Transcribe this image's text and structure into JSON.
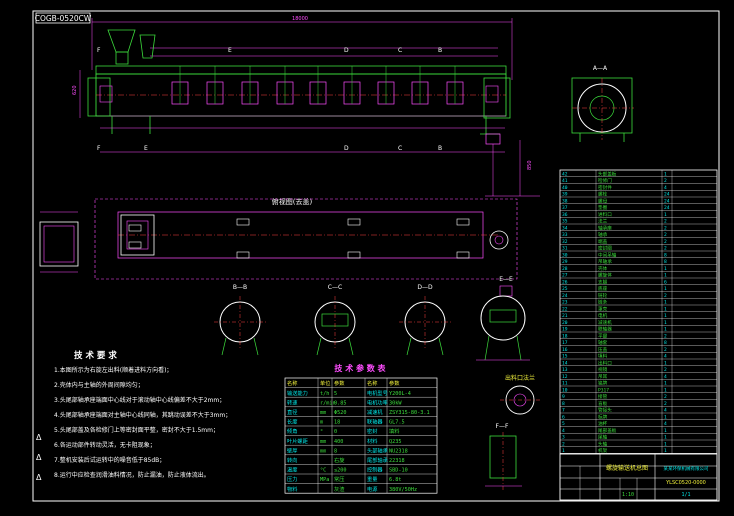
{
  "title_box": "COGB-0520CW",
  "section_aa": "A—A",
  "section_bb": "B—B",
  "section_cc": "C—C",
  "section_dd": "D—D",
  "section_ee": "E—E",
  "section_ff": "F—F",
  "plan_title": "俯视图(去盖)",
  "flange_title": "出料口法兰",
  "tech_title": "技 术 要 求",
  "tech_items": [
    "1.本图所示为右旋左出料(顺着进料方向看)；",
    "2.壳体内与主轴的外周间隙均匀；",
    "3.头尾部轴承座端面中心线对于滚动轴中心线偏差不大于2mm；",
    "4.头尾部轴承座端面对主轴中心线同轴，其跳动误差不大于3mm；",
    "5.头尾部盖及各检修门上等密封面平整，密封不大于1.5mm；",
    "6.各运动部件转动灵活，无卡阻现象；",
    "7.整机安装后试运转中的噪音低于85dB；",
    "8.运行中应检查润滑油料情况，防止漏油，防止液体流出。"
  ],
  "param_title": "技 术 参 数 表",
  "param_header": [
    "名称",
    "单位",
    "参数",
    "名称",
    "参数"
  ],
  "param_rows": [
    [
      "输送能力",
      "t/h",
      "5",
      "电机型号",
      "Y200L-4"
    ],
    [
      "转速",
      "r/min",
      "0.85",
      "电机功率",
      "30kW"
    ],
    [
      "直径",
      "mm",
      "Φ520",
      "减速机",
      "ZSY315-80-3.1"
    ],
    [
      "长度",
      "m",
      "18",
      "联轴器",
      "GL7.5"
    ],
    [
      "倾角",
      "°",
      "0",
      "密封",
      "填料"
    ],
    [
      "叶片螺距",
      "mm",
      "400",
      "材料",
      "Q235"
    ],
    [
      "壁厚",
      "mm",
      "8",
      "头部轴承",
      "NU2318"
    ],
    [
      "转向",
      "",
      "右旋",
      "尾部轴承",
      "22318"
    ],
    [
      "温度",
      "°C",
      "≤200",
      "控制器",
      "SBD-10"
    ],
    [
      "压力",
      "MPa",
      "常压",
      "重量",
      "6.8t"
    ],
    [
      "物料",
      "",
      "灰渣",
      "电源",
      "380V/50Hz"
    ]
  ],
  "bom_rows": [
    [
      "42",
      "头部盖板",
      "1"
    ],
    [
      "41",
      "检修门",
      "2"
    ],
    [
      "40",
      "密封件",
      "4"
    ],
    [
      "39",
      "螺栓",
      "24"
    ],
    [
      "38",
      "螺母",
      "24"
    ],
    [
      "37",
      "垫圈",
      "24"
    ],
    [
      "36",
      "进料口",
      "1"
    ],
    [
      "35",
      "法兰",
      "2"
    ],
    [
      "34",
      "轴承座",
      "2"
    ],
    [
      "33",
      "轴承",
      "2"
    ],
    [
      "32",
      "端盖",
      "2"
    ],
    [
      "31",
      "密封圈",
      "2"
    ],
    [
      "30",
      "中间吊轴",
      "8"
    ],
    [
      "29",
      "吊轴承",
      "8"
    ],
    [
      "28",
      "壳体",
      "1"
    ],
    [
      "27",
      "螺旋体",
      "1"
    ],
    [
      "26",
      "支腿",
      "6"
    ],
    [
      "25",
      "底座",
      "1"
    ],
    [
      "24",
      "链轮",
      "2"
    ],
    [
      "23",
      "链条",
      "1"
    ],
    [
      "22",
      "罩壳",
      "1"
    ],
    [
      "21",
      "电机",
      "1"
    ],
    [
      "20",
      "减速机",
      "1"
    ],
    [
      "19",
      "联轴器",
      "1"
    ],
    [
      "18",
      "平键",
      "2"
    ],
    [
      "17",
      "轴套",
      "8"
    ],
    [
      "16",
      "压盖",
      "2"
    ],
    [
      "15",
      "填料",
      "4"
    ],
    [
      "14",
      "出料口",
      "1"
    ],
    [
      "13",
      "视镜",
      "2"
    ],
    [
      "12",
      "吊耳",
      "4"
    ],
    [
      "11",
      "铭牌",
      "1"
    ],
    [
      "10",
      "P317",
      "1"
    ],
    [
      "9",
      "接管",
      "2"
    ],
    [
      "8",
      "盲板",
      "2"
    ],
    [
      "7",
      "管接头",
      "4"
    ],
    [
      "6",
      "标牌",
      "1"
    ],
    [
      "5",
      "油杯",
      "4"
    ],
    [
      "4",
      "尾部盖板",
      "1"
    ],
    [
      "3",
      "尾轴",
      "1"
    ],
    [
      "2",
      "头轴",
      "1"
    ],
    [
      "1",
      "机架",
      "1"
    ]
  ],
  "title_block": {
    "name": "螺旋输送机总图",
    "company": "某某环保机械有限公司",
    "drawing_no": "YLSC0520-0000",
    "scale": "1:10",
    "sheet": "1/1"
  },
  "cut_letters": [
    "F",
    "E",
    "D",
    "C",
    "B"
  ],
  "colors": {
    "bg": "#000000",
    "frame": "#ffffff",
    "outline": "#3cdc3c",
    "dim": "#ff4dff",
    "center": "#ff4040",
    "cyan": "#00e5e5"
  }
}
